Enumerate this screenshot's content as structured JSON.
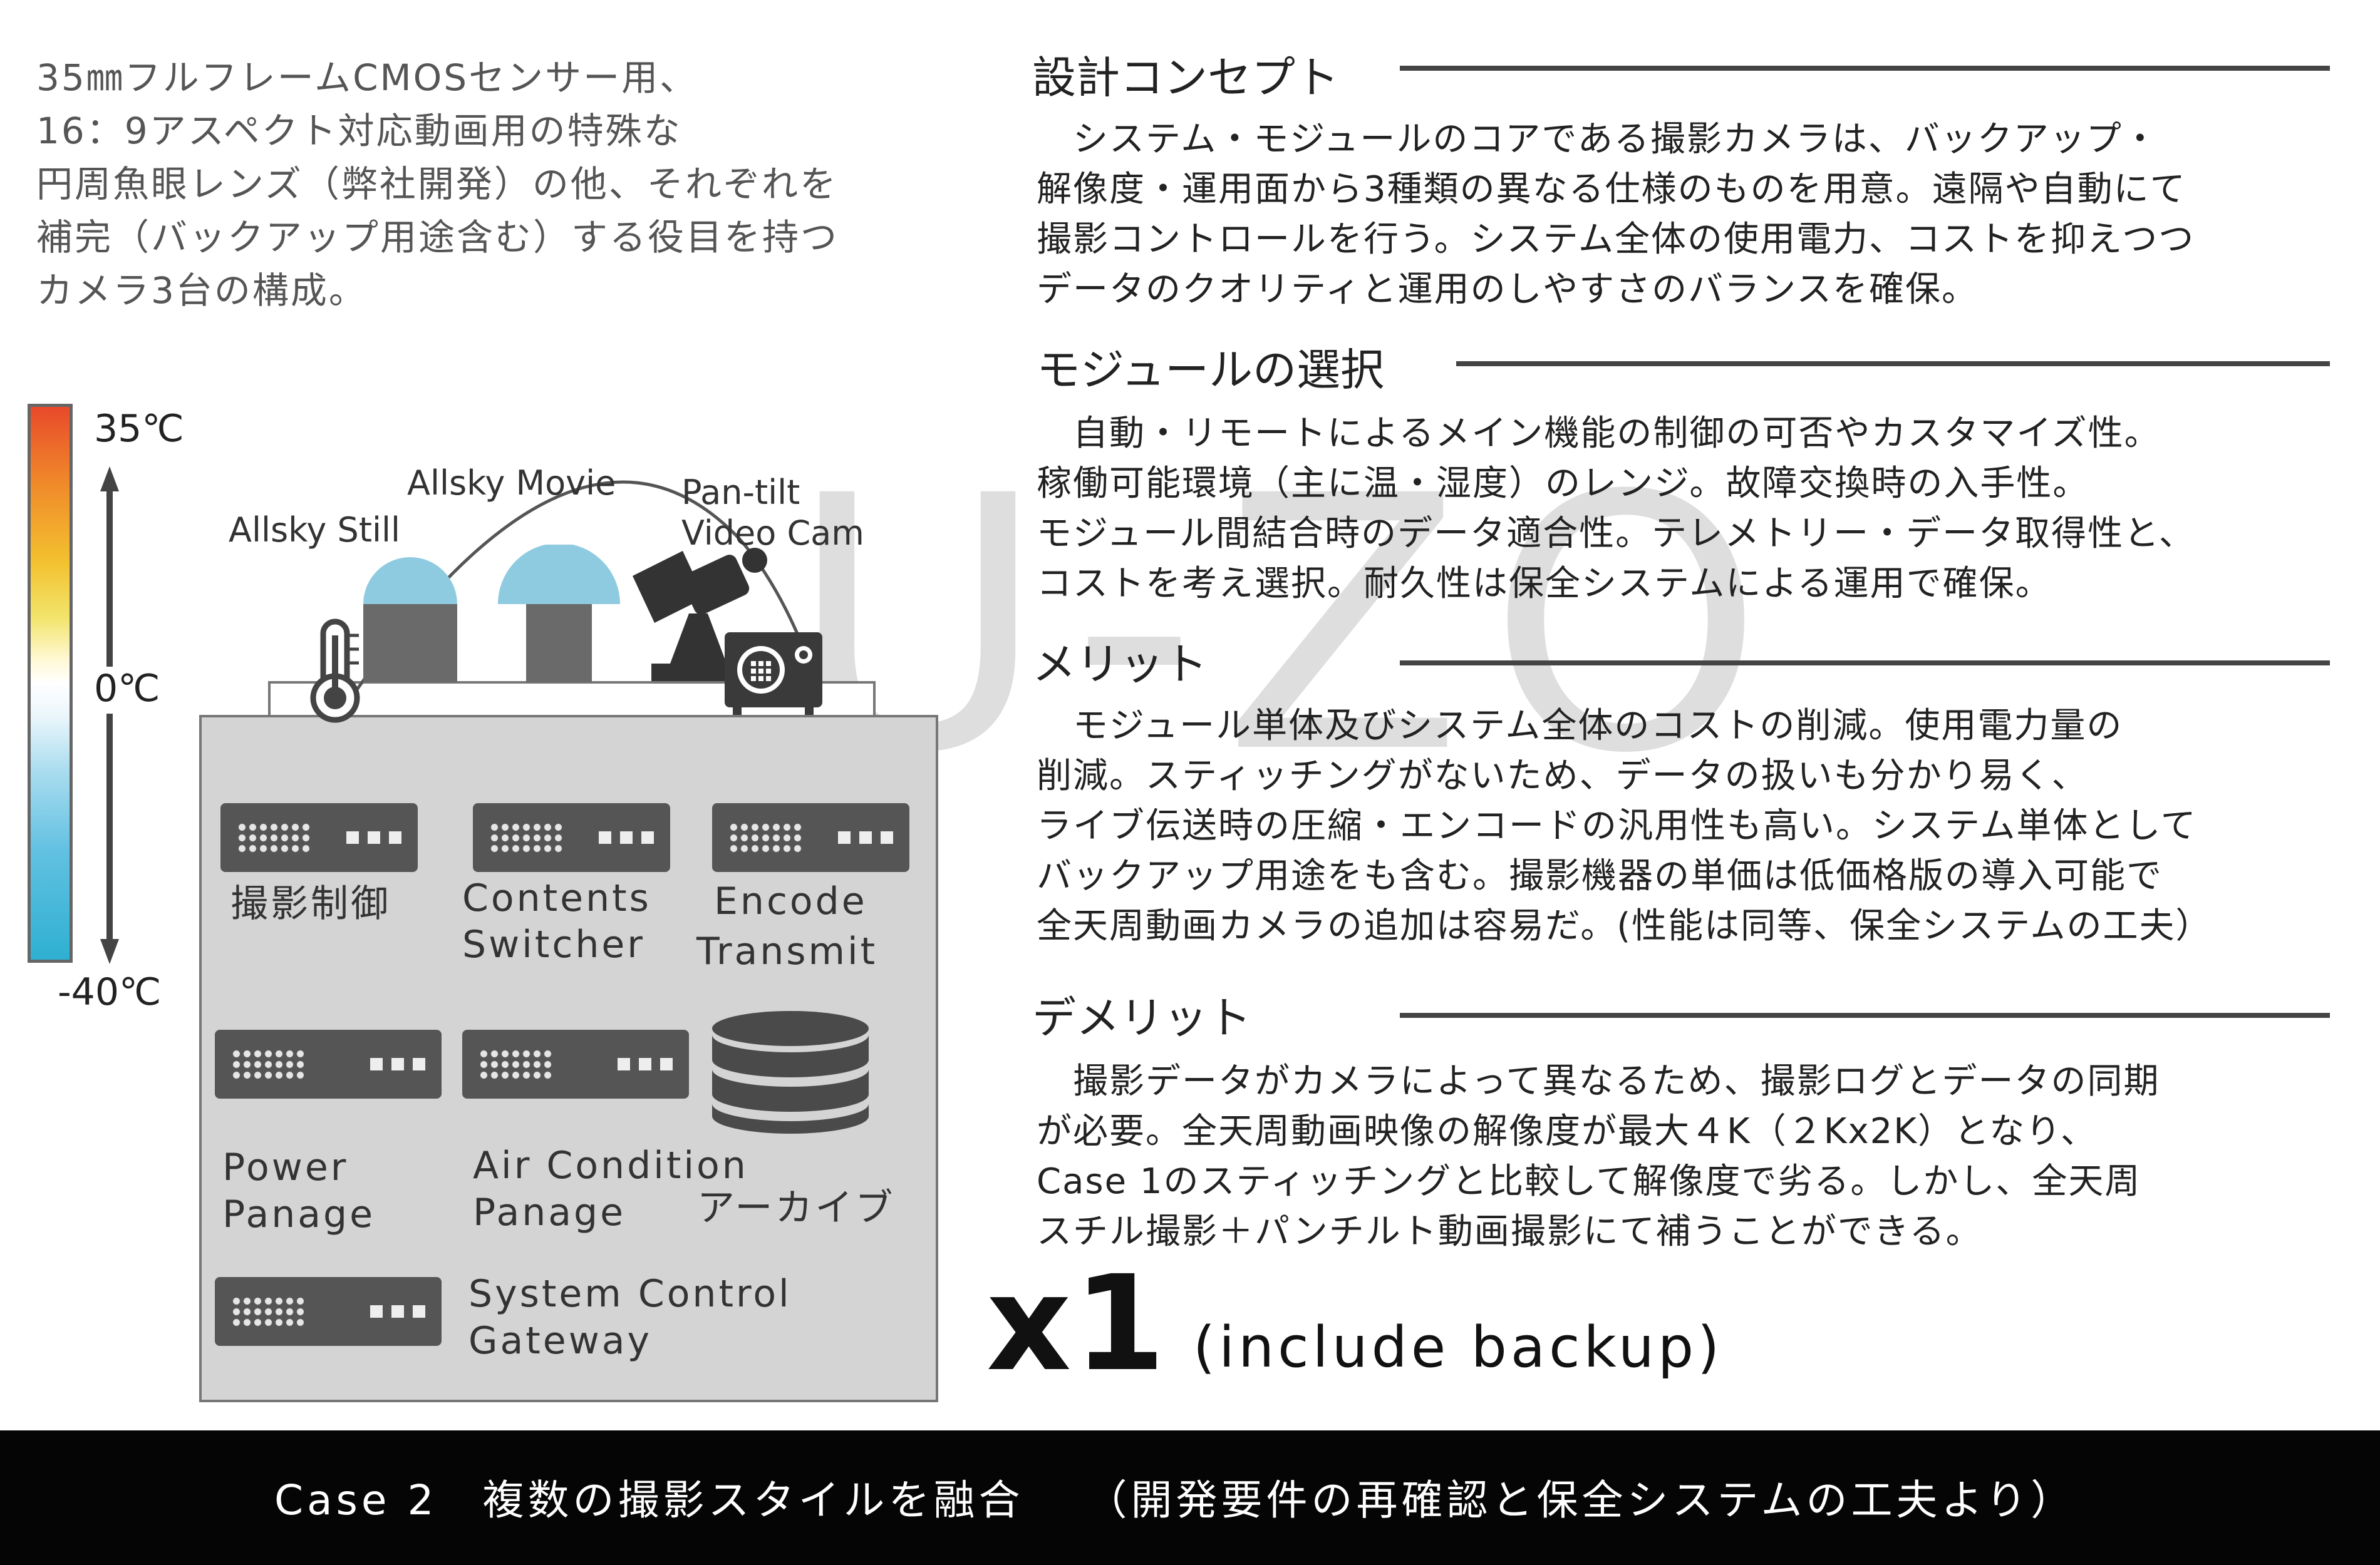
{
  "intro": {
    "lines": [
      "35㎜フルフレームCMOSセンサー用、",
      "16：9アスペクト対応動画用の特殊な",
      "円周魚眼レンズ（弊社開発）の他、それぞれを",
      "補完（バックアップ用途含む）する役目を持つ",
      "カメラ3台の構成。"
    ]
  },
  "temperature": {
    "max": "35℃",
    "mid": "0℃",
    "min": "-40℃"
  },
  "cameras": {
    "allsky_still": "Allsky Still",
    "allsky_movie": "Allsky Movie",
    "pantilt_line1": "Pan-tilt",
    "pantilt_line2": "Video Cam"
  },
  "modules": {
    "capture_control": "撮影制御",
    "contents_switcher_1": "Contents",
    "contents_switcher_2": "Switcher",
    "encode_1": "Encode",
    "encode_2": "Transmit",
    "power_1": "Power",
    "power_2": "Panage",
    "air_1": "Air Condition",
    "air_2": "Panage",
    "archive": "アーカイブ",
    "gateway_1": "System Control",
    "gateway_2": "Gateway"
  },
  "sections": [
    {
      "heading": "設計コンセプト",
      "lines": [
        "　システム・モジュールのコアである撮影カメラは、バックアップ・",
        "解像度・運用面から3種類の異なる仕様のものを用意。遠隔や自動にて",
        "撮影コントロールを行う。システム全体の使用電力、コストを抑えつつ",
        "データのクオリティと運用のしやすさのバランスを確保。"
      ]
    },
    {
      "heading": "モジュールの選択",
      "lines": [
        "　自動・リモートによるメイン機能の制御の可否やカスタマイズ性。",
        "稼働可能環境（主に温・湿度）のレンジ。故障交換時の入手性。",
        "モジュール間結合時のデータ適合性。テレメトリー・データ取得性と、",
        "コストを考え選択。耐久性は保全システムによる運用で確保。"
      ]
    },
    {
      "heading": "メリット",
      "lines": [
        "　モジュール単体及びシステム全体のコストの削減。使用電力量の",
        "削減。スティッチングがないため、データの扱いも分かり易く、",
        "ライブ伝送時の圧縮・エンコードの汎用性も高い。システム単体として",
        "バックアップ用途をも含む。撮影機器の単価は低価格版の導入可能で",
        "全天周動画カメラの追加は容易だ。(性能は同等、保全システムの工夫）"
      ]
    },
    {
      "heading": "デメリット",
      "lines": [
        "　撮影データがカメラによって異なるため、撮影ログとデータの同期",
        "が必要。全天周動画映像の解像度が最大４K（２Kx2K）となり、",
        "Case 1のスティッチングと比較して解像度で劣る。しかし、全天周",
        "スチル撮影＋パンチルト動画撮影にて補うことができる。"
      ]
    }
  ],
  "multiplier": "x1",
  "multiplier_note": "(include backup)",
  "watermark": "U-ZO",
  "footer": "Case 2　複数の撮影スタイルを融合　 （開発要件の再確認と保全システムの工夫より）"
}
